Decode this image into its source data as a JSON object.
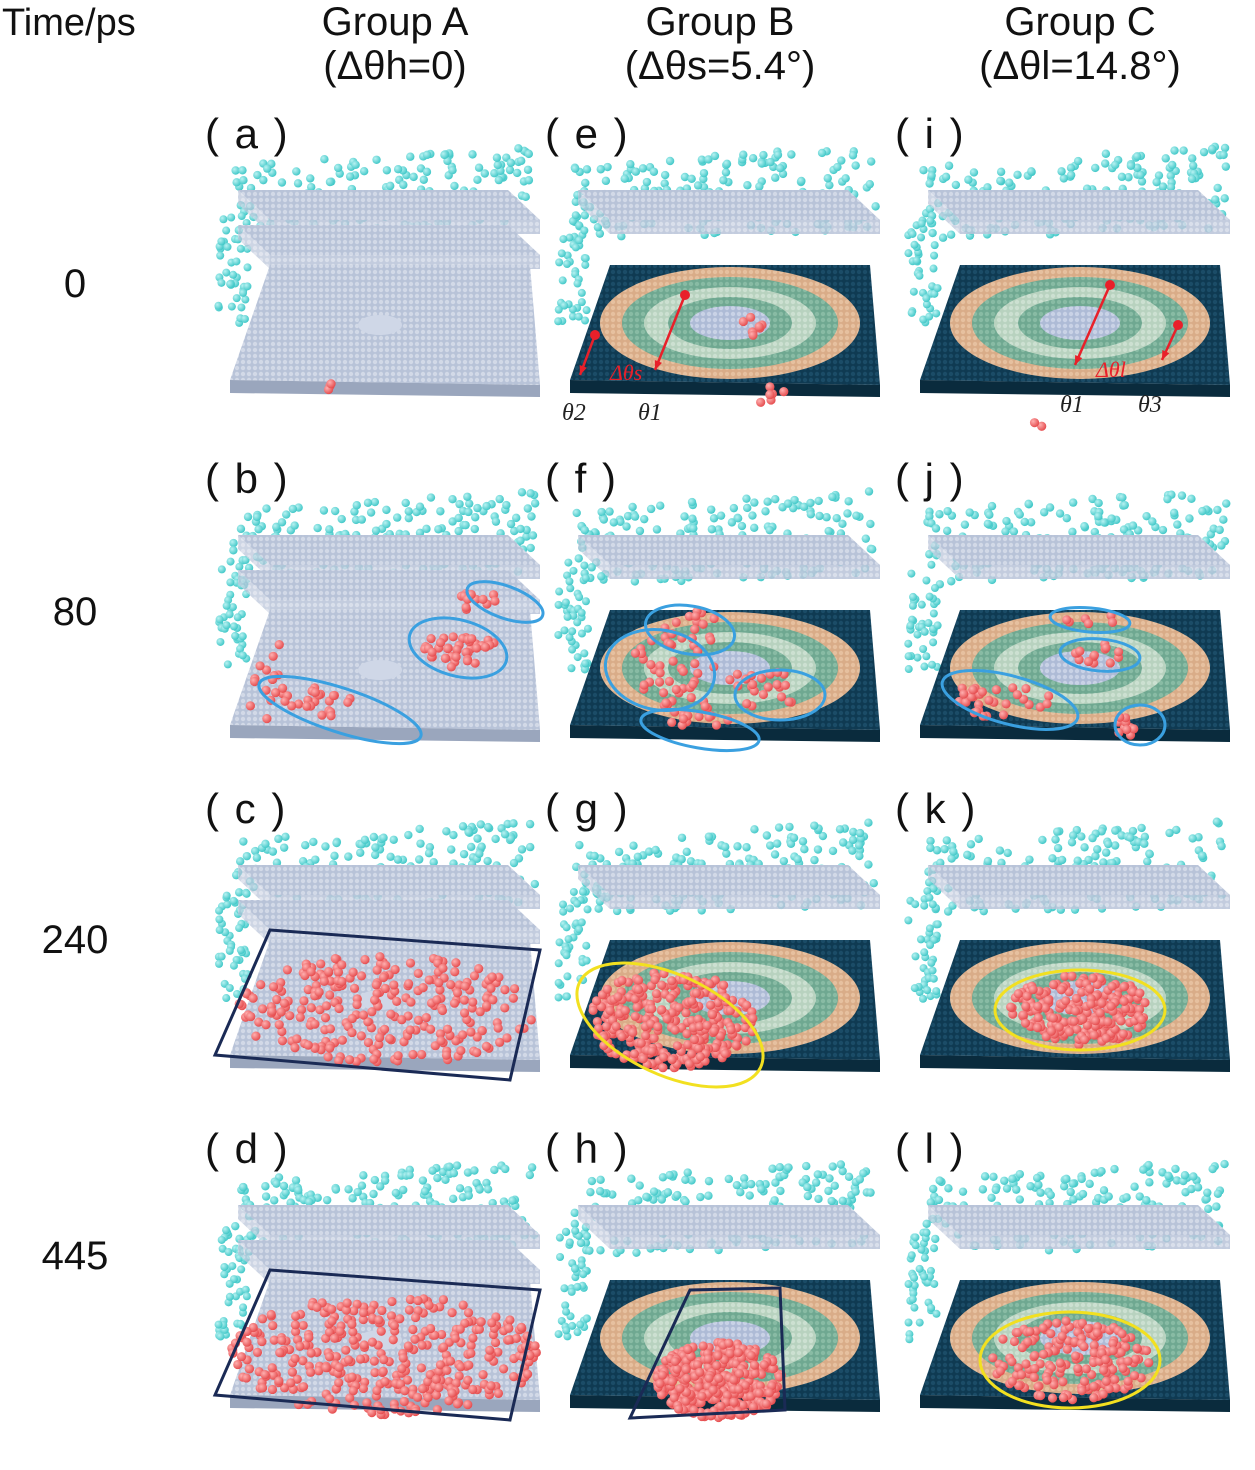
{
  "header": {
    "time_label": "Time/ps",
    "groups": [
      {
        "title": "Group A",
        "subtitle": "(Δθh=0)"
      },
      {
        "title": "Group B",
        "subtitle": "(Δθs=5.4°)"
      },
      {
        "title": "Group C",
        "subtitle": "(Δθl=14.8°)"
      }
    ]
  },
  "times": [
    "0",
    "80",
    "240",
    "445"
  ],
  "panel_labels": [
    [
      "( a )",
      "( e )",
      "( i )"
    ],
    [
      "( b )",
      "( f )",
      "( j )"
    ],
    [
      "( c )",
      "( g )",
      "( k )"
    ],
    [
      "( d )",
      "( h )",
      "( l )"
    ]
  ],
  "annotations": {
    "e": {
      "delta": "Δθs",
      "left": "θ2",
      "right": "θ1"
    },
    "i": {
      "delta": "Δθl",
      "left": "θ1",
      "right": "θ3"
    }
  },
  "colors": {
    "solvent": "#3cc6c6",
    "substrate": "#b8c3d8",
    "dark_substrate": "#0f3a52",
    "ring_tan": "#d9ac88",
    "ring_green": "#6fa891",
    "ring_light": "#b8d2bf",
    "center": "#aebbd6",
    "adsorbate": "#e4484a",
    "blue_ellipse": "#3aa0e0",
    "yellow_ellipse": "#f2e020",
    "frame": "#1a2a55",
    "arrow": "#e8202a"
  }
}
